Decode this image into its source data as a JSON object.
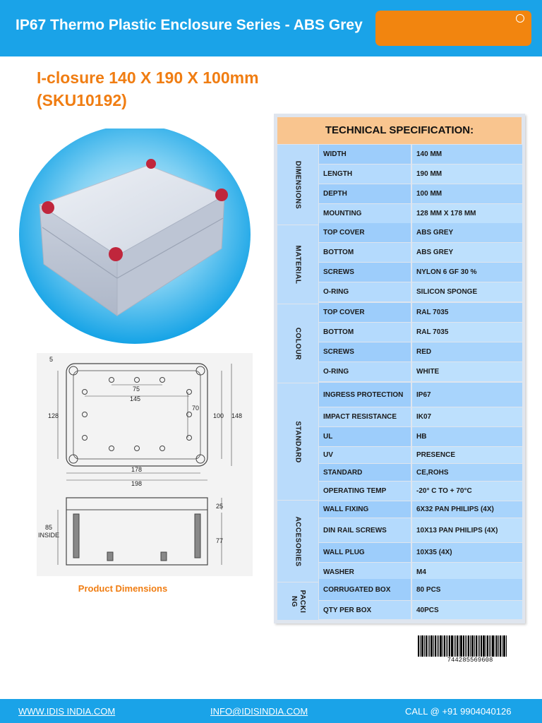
{
  "header": {
    "title": "IP67 Thermo Plastic Enclosure Series - ABS Grey"
  },
  "product": {
    "title_line1": "I-closure 140 X 190 X 100mm",
    "title_line2": "(SKU10192)"
  },
  "drawing": {
    "dims": {
      "d5": "5",
      "d75": "75",
      "d145": "145",
      "d70": "70",
      "d128": "128",
      "d100": "100",
      "d148": "148",
      "d178": "178",
      "d198": "198",
      "d25": "25",
      "d85": "85",
      "inside": "INSIDE",
      "d77": "77"
    },
    "caption": "Product Dimensions"
  },
  "spec": {
    "heading": "TECHNICAL SPECIFICATION:",
    "groups": [
      {
        "label": "DIMENSIONS",
        "rows": [
          {
            "key": "WIDTH",
            "value": "140 MM"
          },
          {
            "key": "LENGTH",
            "value": "190 MM"
          },
          {
            "key": "DEPTH",
            "value": "100  MM"
          },
          {
            "key": "MOUNTING",
            "value": "128 MM X 178 MM"
          }
        ]
      },
      {
        "label": "MATERIAL",
        "rows": [
          {
            "key": "TOP COVER",
            "value": "ABS GREY"
          },
          {
            "key": "BOTTOM",
            "value": "ABS GREY"
          },
          {
            "key": "SCREWS",
            "value": "NYLON 6 GF 30 %"
          },
          {
            "key": "O-RING",
            "value": "SILICON SPONGE"
          }
        ]
      },
      {
        "label": "COLOUR",
        "rows": [
          {
            "key": "TOP COVER",
            "value": "RAL 7035"
          },
          {
            "key": "BOTTOM",
            "value": "RAL 7035"
          },
          {
            "key": "SCREWS",
            "value": "RED"
          },
          {
            "key": "O-RING",
            "value": "WHITE"
          }
        ]
      },
      {
        "label": "STANDARD",
        "rows": [
          {
            "key": "INGRESS PROTECTION",
            "value": "IP67"
          },
          {
            "key": "IMPACT RESISTANCE",
            "value": "IK07"
          },
          {
            "key": "UL",
            "value": "HB"
          },
          {
            "key": "UV",
            "value": "PRESENCE"
          },
          {
            "key": "STANDARD",
            "value": "CE,ROHS"
          },
          {
            "key": "OPERATING TEMP",
            "value": "-20° C TO + 70°C"
          }
        ]
      },
      {
        "label": "ACCESORIES",
        "rows": [
          {
            "key": "WALL FIXING",
            "value": "6X32 PAN PHILIPS (4X)"
          },
          {
            "key": "DIN RAIL SCREWS",
            "value": "10X13 PAN PHILIPS (4X)"
          },
          {
            "key": "WALL PLUG",
            "value": "10X35 (4X)"
          },
          {
            "key": "WASHER",
            "value": "M4"
          }
        ]
      },
      {
        "label": "PACKI\nNG",
        "rows": [
          {
            "key": "CORRUGATED BOX",
            "value": "80 PCS"
          },
          {
            "key": "QTY PER BOX",
            "value": "40PCS"
          }
        ]
      }
    ]
  },
  "barcode": {
    "number": "744285569608"
  },
  "footer": {
    "website_prefix": "WWW.IDIS",
    "website_suffix": " INDIA.COM",
    "email": "INFO@IDISINDIA.COM",
    "phone": "CALL @ +91 9904040126"
  },
  "colors": {
    "header_blue": "#1aa3e8",
    "accent_orange": "#f2850f",
    "title_orange": "#f07d12",
    "spec_head": "#f9c58f",
    "group_blue": "#b9dbfb"
  }
}
